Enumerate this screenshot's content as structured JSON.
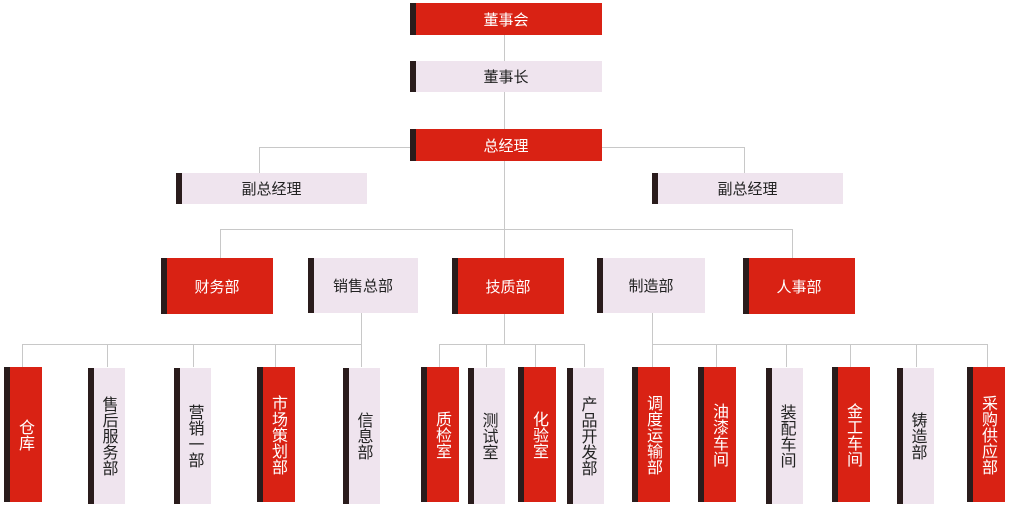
{
  "colors": {
    "accent": "#d92214",
    "light": "#efe4ee",
    "bar": "#2a1c1c",
    "connector": "#c8c8c8"
  },
  "top": {
    "board": "董事会",
    "chairman": "董事长",
    "gm": "总经理"
  },
  "vps": [
    "副总经理",
    "副总经理"
  ],
  "departments": [
    "财务部",
    "销售总部",
    "技质部",
    "制造部",
    "人事部"
  ],
  "sales_units": [
    "仓库",
    "售后服务部",
    "营销一部",
    "市场策划部",
    "信息部"
  ],
  "quality_units": [
    "质检室",
    "测试室",
    "化验室",
    "产品开发部"
  ],
  "manufacturing_units": [
    "调度运输部",
    "油漆车间",
    "装配车间",
    "金工车间",
    "铸造部",
    "采购供应部"
  ]
}
